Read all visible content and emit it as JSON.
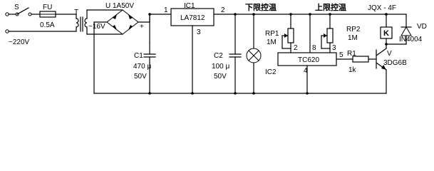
{
  "labels": {
    "switch": "S",
    "fuse": "FU",
    "fuse_rating": "0.5A",
    "transformer": "T",
    "mains": "~220V",
    "secondary": "~16V",
    "bridge": "U 1A50V",
    "ic1": "IC1",
    "regulator": "LA7812",
    "ic1_pin_in": "1",
    "ic1_pin_out": "2",
    "ic1_pin_gnd": "3",
    "plus": "+",
    "c1": "C1",
    "c1_value": "470 μ",
    "c1_voltage": "50V",
    "c2": "C2",
    "c2_value": "100 μ",
    "c2_voltage": "50V",
    "lower_limit": "下限控温",
    "upper_limit": "上限控温",
    "rp1": "RP1",
    "rp1_value": "1M",
    "rp2": "RP2",
    "rp2_value": "1M",
    "ic2": "IC2",
    "timer": "TC620",
    "ic2_pin2": "2",
    "ic2_pin8": "8",
    "ic2_pin3": "3",
    "ic2_pin4": "4",
    "ic2_pin5": "5",
    "relay_model": "JQX - 4F",
    "relay": "K",
    "vd": "VD",
    "diode": "IN4004",
    "r1": "R1",
    "r1_value": "1k",
    "transistor": "V",
    "transistor_model": "3DG6B"
  }
}
